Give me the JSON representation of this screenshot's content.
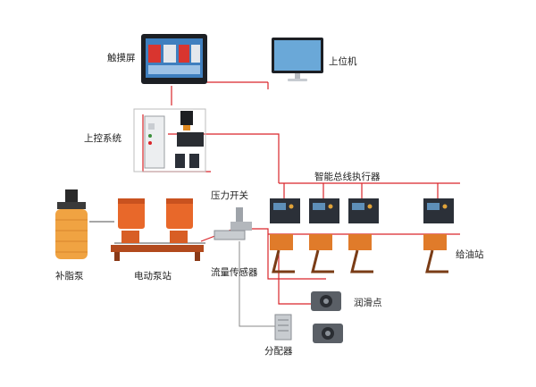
{
  "labels": {
    "touchscreen": "触摸屏",
    "host_pc": "上位机",
    "control_system": "上控系统",
    "smart_bus_executor": "智能总线执行器",
    "pressure_switch": "压力开关",
    "refill_pump": "补脂泵",
    "electric_pump_station": "电动泵站",
    "flow_sensor": "流量传感器",
    "oil_station": "给油站",
    "lubrication_point": "润滑点",
    "distributor": "分配器"
  },
  "colors": {
    "line_red": "#d9252a",
    "line_gray": "#8a8a8a",
    "pump_orange": "#e8682a",
    "tank_orange": "#f0a342",
    "executor_dark": "#2b3038",
    "screen_blue": "#6aa8d8"
  }
}
